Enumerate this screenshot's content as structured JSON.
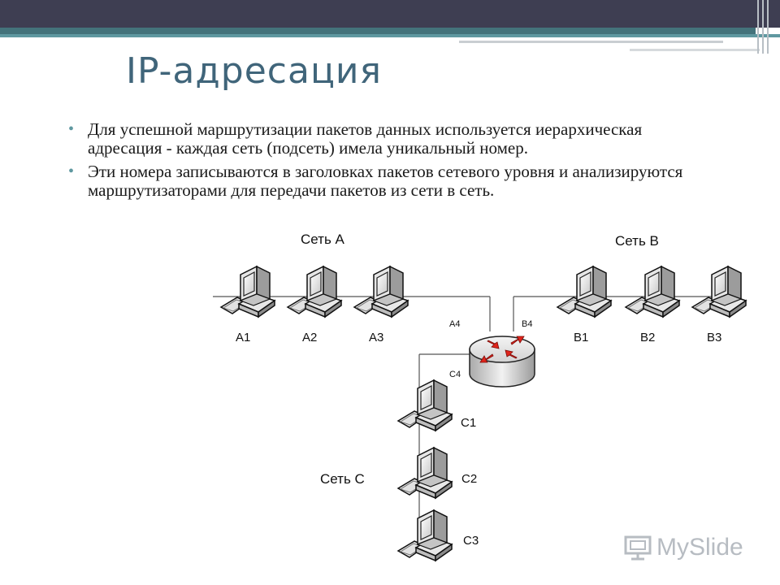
{
  "slide": {
    "title": "IP-адресация",
    "bullets": [
      "Для успешной маршрутизации пакетов данных используется иерархическая адресация - каждая сеть (подсеть) имела уникальный номер.",
      "Эти номера записываются в заголовках пакетов сетевого уровня и анализируются маршрутизаторами для передачи пакетов из сети в сеть."
    ]
  },
  "diagram": {
    "network_a": "Сеть А",
    "network_b": "Сеть В",
    "network_c": "Сеть С",
    "hosts_a": [
      "А1",
      "А2",
      "А3"
    ],
    "hosts_b": [
      "В1",
      "В2",
      "В3"
    ],
    "hosts_c": [
      "С1",
      "С2",
      "С3"
    ],
    "ports": {
      "a4": "А4",
      "b4": "В4",
      "c4": "С4"
    }
  },
  "watermark": {
    "text": "MySlide"
  },
  "colors": {
    "title": "#40657a",
    "top_bar": "#3e3e52",
    "accent_teal": "#44737b",
    "router_arrow": "#e0241b"
  },
  "icons": {
    "computer": "computer-icon",
    "router": "router-icon",
    "logo": "myslide-logo-icon"
  }
}
